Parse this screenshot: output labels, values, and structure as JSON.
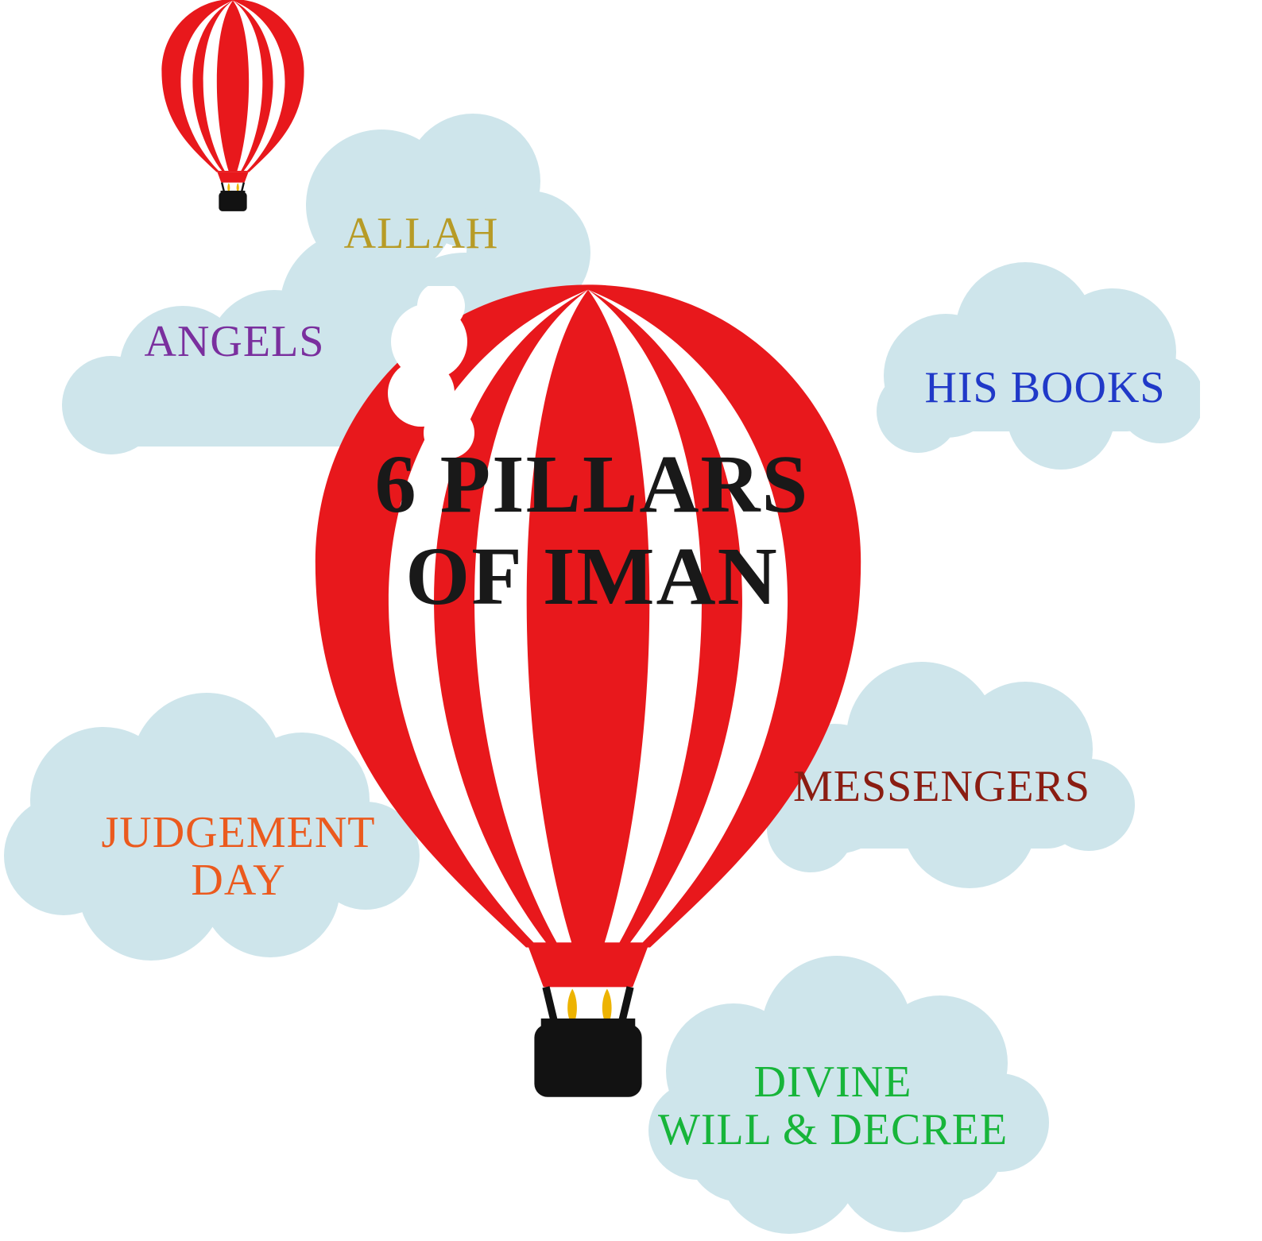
{
  "title": {
    "line1": "6 PILLARS",
    "line2": "OF IMAN"
  },
  "pillars": [
    {
      "name": "allah",
      "lines": [
        "ALLAH"
      ],
      "color": "#b79b26"
    },
    {
      "name": "angels",
      "lines": [
        "ANGELS"
      ],
      "color": "#7a2f9e"
    },
    {
      "name": "his-books",
      "lines": [
        "HIS BOOKS"
      ],
      "color": "#2039c8"
    },
    {
      "name": "messengers",
      "lines": [
        "MESSENGERS"
      ],
      "color": "#8a1d12"
    },
    {
      "name": "judgement-day",
      "lines": [
        "JUDGEMENT",
        "DAY"
      ],
      "color": "#eb5a1e"
    },
    {
      "name": "divine-will-decree",
      "lines": [
        "DIVINE",
        "WILL & DECREE"
      ],
      "color": "#17b53a"
    }
  ],
  "illustrations": {
    "main": "hot-air-balloon",
    "secondary": "small-hot-air-balloon",
    "background": "clouds"
  },
  "colors": {
    "background": "#ffffff",
    "cloud_blue": "#cee5eb",
    "balloon_red": "#e8181c",
    "basket_black": "#121212",
    "flame_gold": "#edb301",
    "title_black": "#191919"
  }
}
